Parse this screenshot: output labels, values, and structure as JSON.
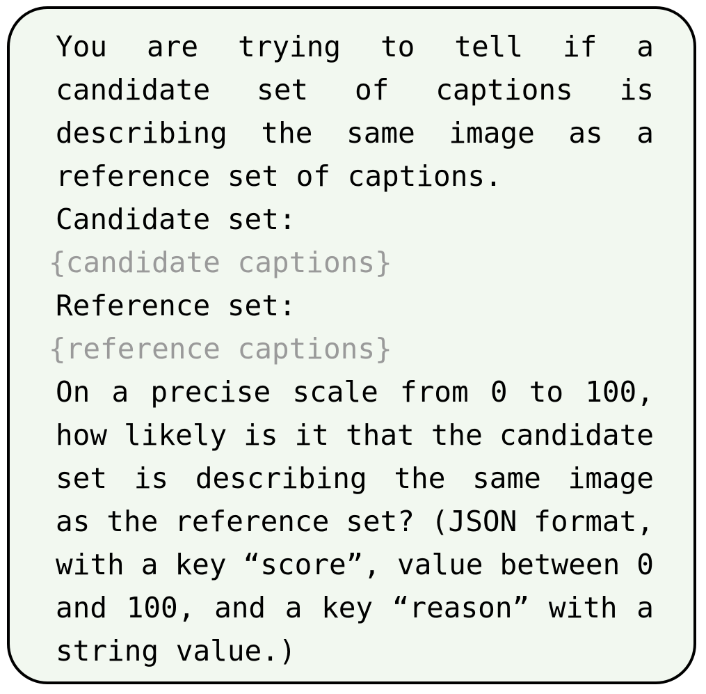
{
  "colors": {
    "background": "#f2f8f0",
    "border": "#000000",
    "text": "#000000",
    "placeholder": "#9a9a9a"
  },
  "prompt": {
    "intro": [
      [
        "You",
        "are",
        "trying",
        "to",
        "tell",
        "if",
        "a"
      ],
      [
        "candidate",
        "set",
        "of",
        "captions",
        "is"
      ],
      [
        "describing",
        "the",
        "same",
        "image",
        "as",
        "a"
      ],
      "reference set of captions."
    ],
    "candidate_label": "Candidate set:",
    "candidate_placeholder": "{candidate captions}",
    "reference_label": "Reference set:",
    "reference_placeholder": "{reference captions}",
    "question": [
      [
        "On",
        "a",
        "precise",
        "scale",
        "from",
        "0",
        "to",
        "100,"
      ],
      [
        "how",
        "likely",
        "is",
        "it",
        "that",
        "the",
        "candidate"
      ],
      [
        "set",
        "is",
        "describing",
        "the",
        "same",
        "image"
      ],
      [
        "as",
        "the",
        "reference",
        "set?",
        "(JSON",
        "format,"
      ],
      [
        "with",
        "a",
        "key",
        "“score”,",
        "value",
        "between",
        "0"
      ],
      [
        "and",
        "100,",
        "and",
        "a",
        "key",
        "“reason”",
        "with",
        "a"
      ],
      "string value.)"
    ]
  }
}
